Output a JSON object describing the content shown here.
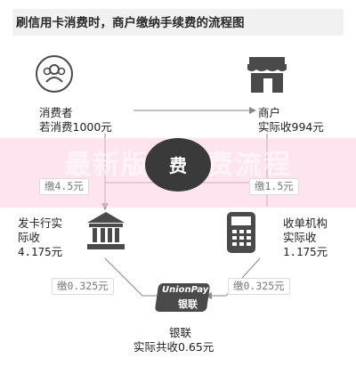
{
  "title": "刷信用卡消费时，商户缴纳手续费的流程图",
  "consumer": {
    "name": "消费者",
    "amount_text": "若消费1000元"
  },
  "merchant": {
    "name": "商户",
    "amount_text": "实际收994元"
  },
  "issuer": {
    "name": "发卡行实",
    "line2": "际收",
    "amount": "4.175元"
  },
  "acquirer": {
    "name": "收单机构",
    "line2": "实际收",
    "amount": "1.175元"
  },
  "unionpay": {
    "name": "银联",
    "amount_text": "实际共收0.65元",
    "logo_text_latin": "UnionPay",
    "logo_text_cn": "银联"
  },
  "center": {
    "label": "费"
  },
  "watermark": "最新版手续费流程",
  "fees": {
    "issuer_fee": "缴4.5元",
    "acquirer_fee": "缴1.5元",
    "issuer_unionpay_fee": "缴0.325元",
    "acquirer_unionpay_fee": "缴0.325元"
  },
  "colors": {
    "icon": "#4a4a4a",
    "line": "#8a8a8a",
    "band": "#fcd0e2"
  },
  "icons": [
    "people-icon",
    "store-icon",
    "bank-icon",
    "pos-terminal-icon",
    "unionpay-logo"
  ]
}
